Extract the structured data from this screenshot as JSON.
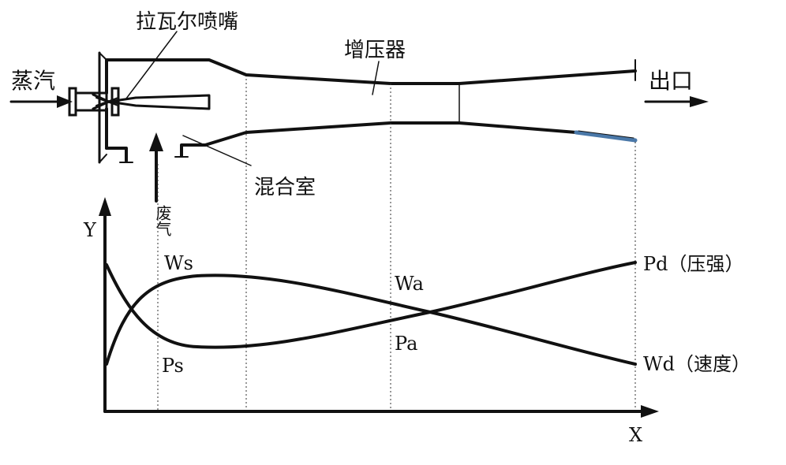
{
  "labels": {
    "steam": "蒸汽",
    "laval_nozzle": "拉瓦尔喷嘴",
    "diffuser": "增压器",
    "outlet": "出口",
    "waste_gas": "废气",
    "mixing_chamber": "混合室"
  },
  "graph": {
    "y_axis": "Y",
    "x_axis": "X",
    "ws": "Ws",
    "ps": "Ps",
    "wa": "Wa",
    "pa": "Pa",
    "pd": "Pd（压强）",
    "wd": "Wd（速度）"
  },
  "colors": {
    "line": "#111111",
    "nozzle_tip": "#4a78a8"
  }
}
